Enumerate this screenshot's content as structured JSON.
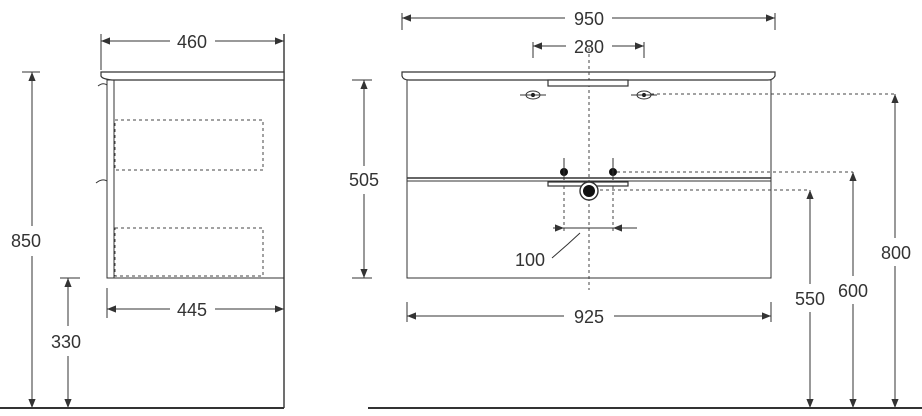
{
  "colors": {
    "line": "#333333",
    "background": "#ffffff",
    "dot": "#111111"
  },
  "side_view": {
    "top_depth": "460",
    "base_depth": "445",
    "total_height": "850",
    "floor_clearance": "330"
  },
  "front_view": {
    "top_width": "950",
    "tap_spacing": "280",
    "body_width": "925",
    "body_height": "505",
    "drain_spacing": "100",
    "drain_height": "550",
    "supply_height": "600",
    "tap_height": "800"
  }
}
